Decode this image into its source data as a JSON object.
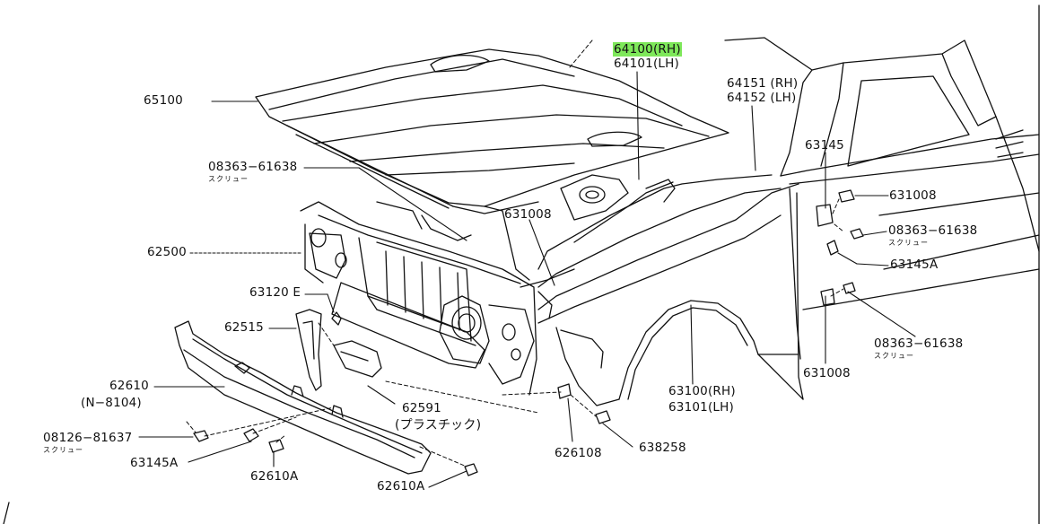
{
  "diagram": {
    "highlight_color": "#7ee85a",
    "line_color": "#111111",
    "labels": {
      "l64100_rh": "64100(RH)",
      "l64101_lh": "64101(LH)",
      "l64151_rh": "64151 (RH)",
      "l64152_lh": "64152 (LH)",
      "l65100": "65100",
      "l08363_61638_a": "08363−61638",
      "l08363_61638_a_sub": "スクリュー",
      "l631008_a": "631008",
      "l63145": "63145",
      "l631008_b": "631008",
      "l08363_61638_b": "08363−61638",
      "l08363_61638_b_sub": "スクリュー",
      "l62500": "62500",
      "l63145a_right": "63145A",
      "l63120e": "63120 E",
      "l62515": "62515",
      "l08363_61638_c": "08363−61638",
      "l08363_61638_c_sub": "スクリュー",
      "l631008_c": "631008",
      "l62610": "62610",
      "l n8104": "(N−8104)",
      "l62591": "62591",
      "l62591_sub": "(プラスチック)",
      "l63100_rh": "63100(RH)",
      "l63101_lh": "63101(LH)",
      "l08126_81637": "08126−81637",
      "l08126_81637_sub": "スクリュー",
      "l63145a_left": "63145A",
      "l62610a_a": "62610A",
      "l626108": "626108",
      "l638258": "638258",
      "l62610a_b": "62610A"
    }
  }
}
